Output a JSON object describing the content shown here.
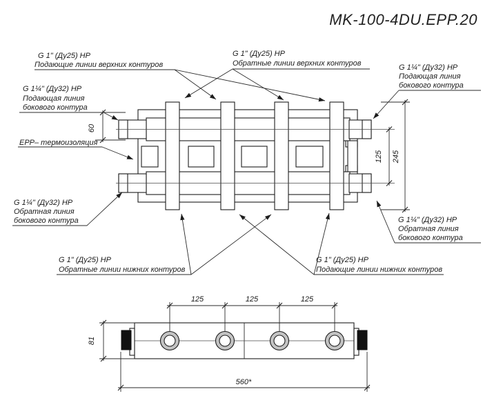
{
  "title": "MK-100-4DU.EPP.20",
  "labels": {
    "supply_upper": {
      "size": "G 1\" (Ду25) НР",
      "desc": "Подающие линии верхних контуров"
    },
    "return_upper": {
      "size": "G 1\" (Ду25) НР",
      "desc": "Обратные линии верхних контуров"
    },
    "side_supply": {
      "size": "G 1¼\" (Ду32) НР",
      "desc1": "Подающая линия",
      "desc2": "бокового контура"
    },
    "side_return": {
      "size": "G 1¼\" (Ду32) НР",
      "desc1": "Обратная линия",
      "desc2": "бокового контура"
    },
    "return_lower": {
      "size": "G 1\" (Ду25) НР",
      "desc": "Обратные линии нижних контуров"
    },
    "supply_lower": {
      "size": "G 1\" (Ду25) НР",
      "desc": "Подающие линии нижних контуров"
    },
    "insulation": "EPP– термоизоляция"
  },
  "dimensions": {
    "height_60": "60",
    "side_pitch_125": "125",
    "overall_height_245": "245",
    "body_height_81": "81",
    "pitch_125": "125",
    "overall_length_560": "560*"
  }
}
